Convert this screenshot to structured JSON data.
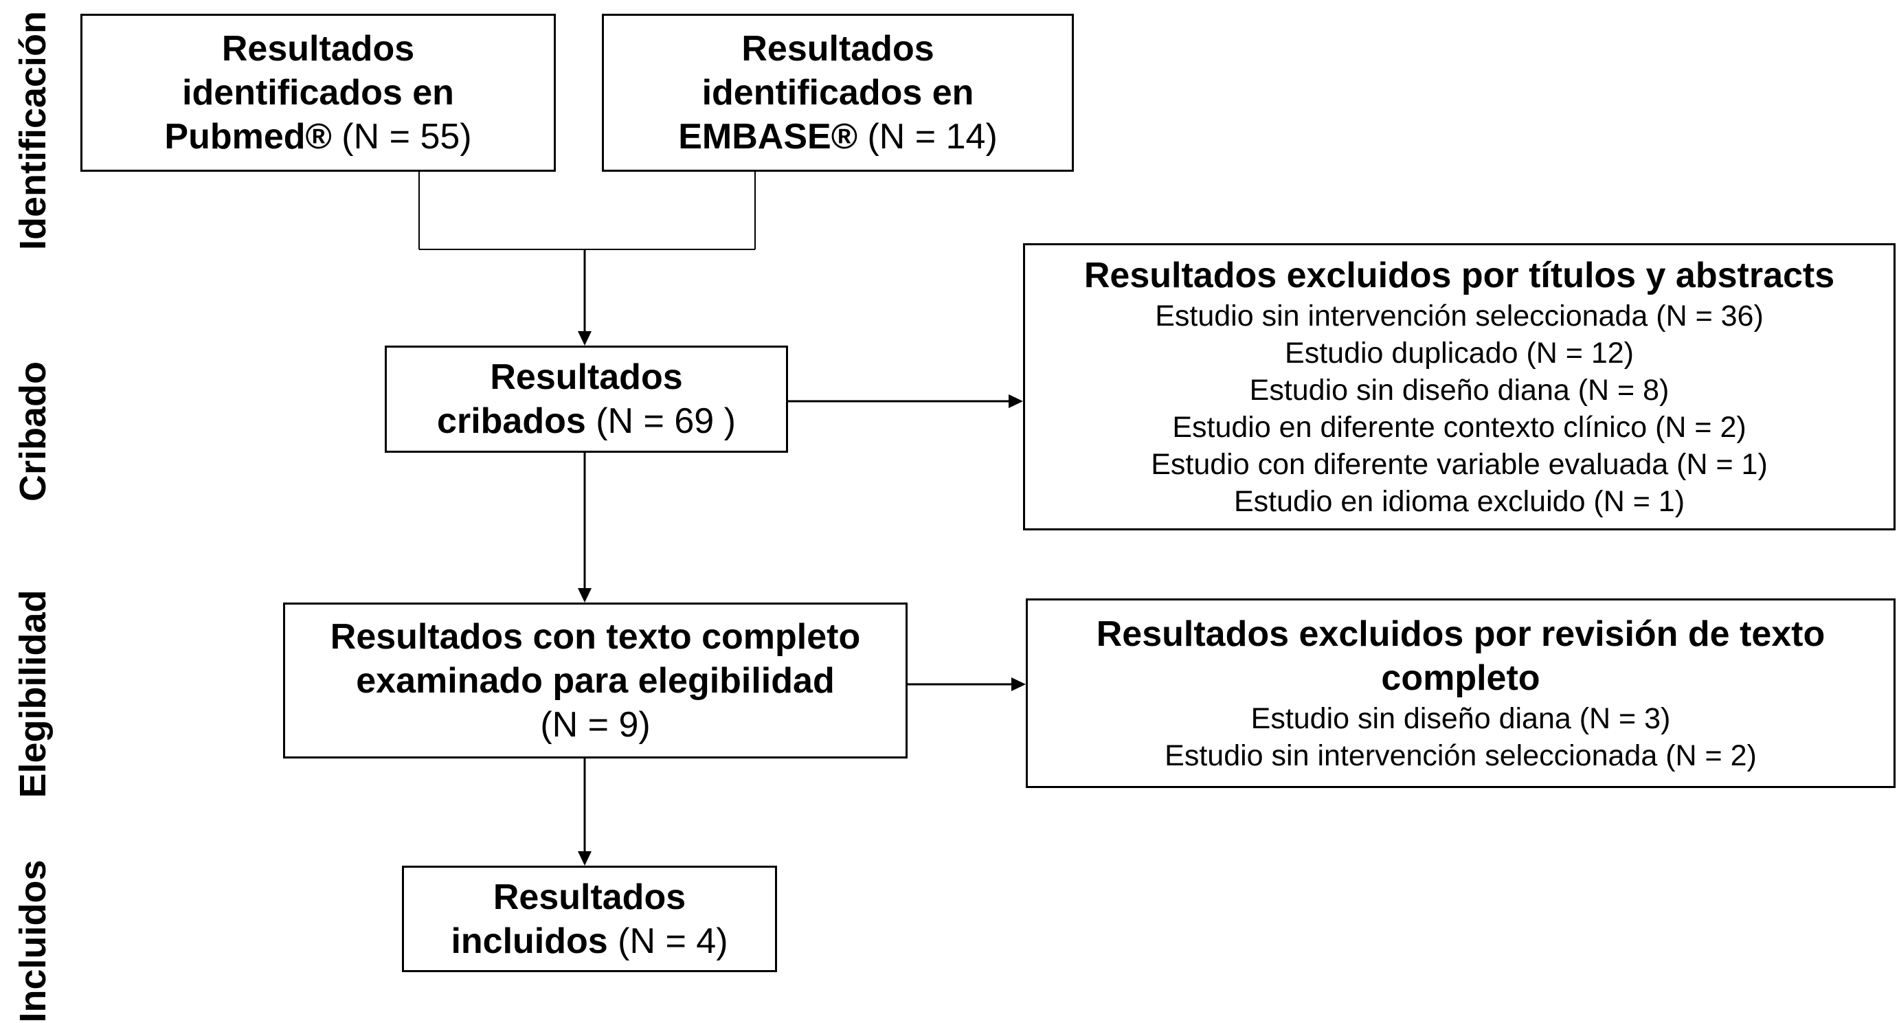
{
  "stages": {
    "identification": "Identificación",
    "screening": "Cribado",
    "eligibility": "Elegibilidad",
    "included": "Incluidos"
  },
  "boxes": {
    "pubmed": {
      "line1": "Resultados",
      "line2": "identificados en",
      "line3_bold": "Pubmed®",
      "line3_count": " (N = 55)"
    },
    "embase": {
      "line1": "Resultados",
      "line2": "identificados en",
      "line3_bold": "EMBASE®",
      "line3_count": " (N = 14)"
    },
    "screened": {
      "line1": "Resultados",
      "line2_bold": "cribados",
      "line2_count": " (N = 69 )"
    },
    "fulltext": {
      "line1": "Resultados con texto completo",
      "line2": "examinado para elegibilidad",
      "line3": "(N = 9)"
    },
    "included": {
      "line1": "Resultados",
      "line2_bold": "incluidos",
      "line2_count": " (N = 4)"
    }
  },
  "exclusions": {
    "titles_abstracts": {
      "title": "Resultados excluidos por títulos y abstracts",
      "items": [
        "Estudio sin intervención seleccionada (N = 36)",
        "Estudio duplicado (N = 12)",
        "Estudio sin diseño diana (N = 8)",
        "Estudio en diferente contexto clínico (N = 2)",
        "Estudio con diferente variable evaluada (N = 1)",
        "Estudio en idioma excluido (N = 1)"
      ]
    },
    "full_text": {
      "title_line1": "Resultados excluidos por revisión de texto",
      "title_line2": "completo",
      "items": [
        "Estudio sin diseño diana (N = 3)",
        "Estudio sin intervención seleccionada (N = 2)"
      ]
    }
  }
}
